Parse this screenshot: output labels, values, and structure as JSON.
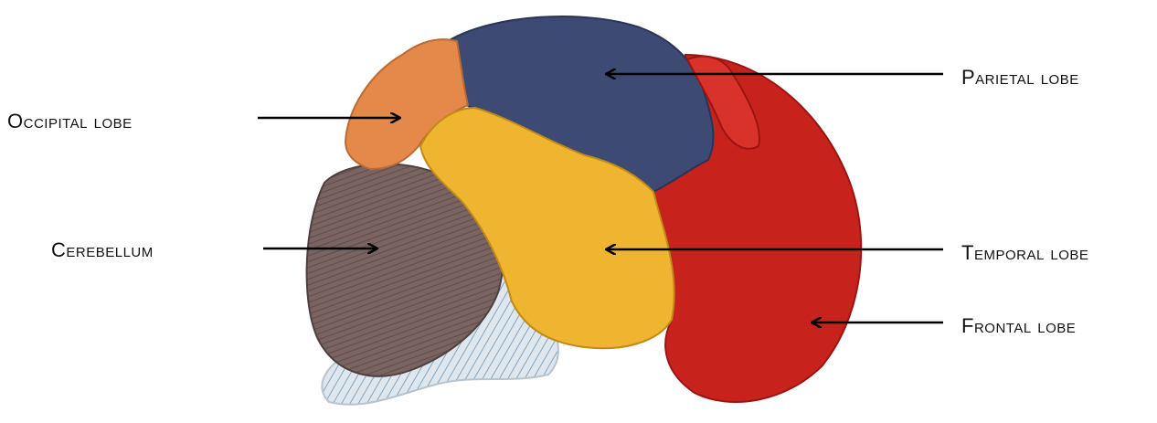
{
  "labels": {
    "parietal": "Parietal lobe",
    "occipital": "Occipital lobe",
    "cerebellum": "Cerebellum",
    "temporal": "Temporal lobe",
    "frontal": "Frontal lobe"
  },
  "colors": {
    "parietal": "#3d4a74",
    "occipital": "#e4894a",
    "cerebellum": "#7a6462",
    "temporal": "#f0b530",
    "frontal": "#c8221c",
    "brainstem": "#dce4ea",
    "arrow": "#000000"
  }
}
